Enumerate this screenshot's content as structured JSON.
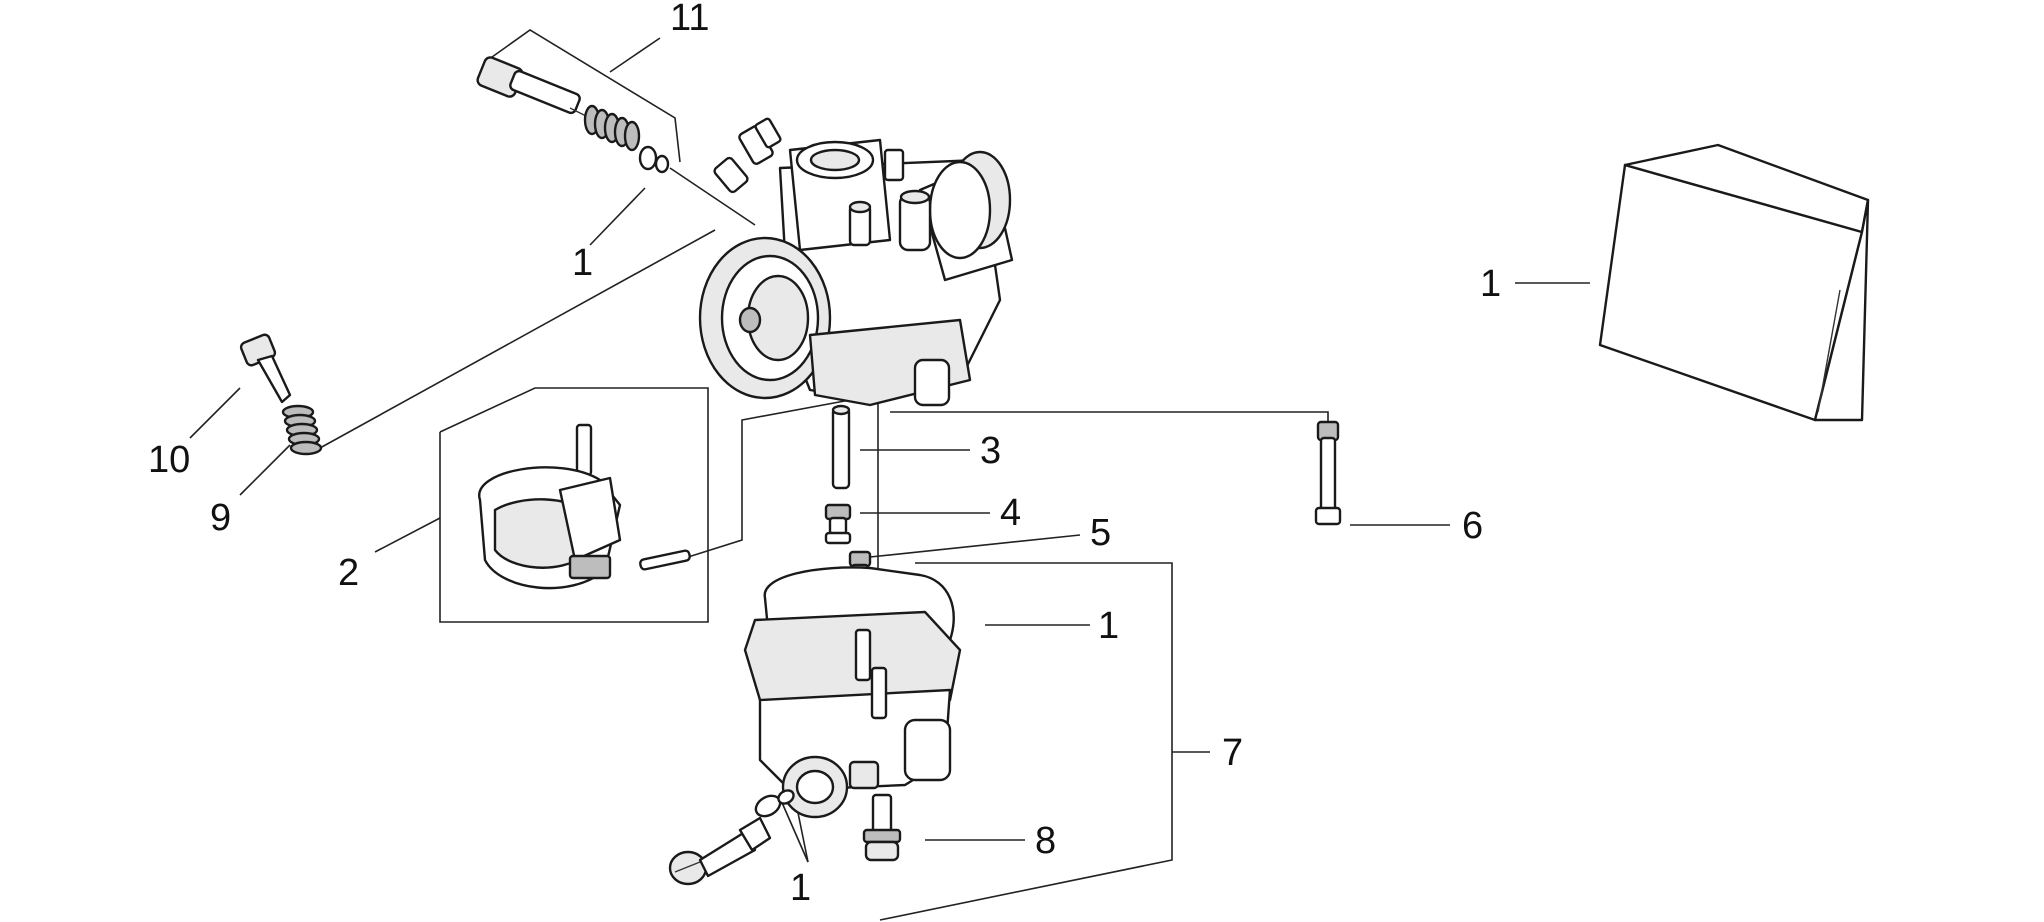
{
  "callouts": {
    "c11": "11",
    "c1_oring_top": "1",
    "c10": "10",
    "c9": "9",
    "c2": "2",
    "c3": "3",
    "c4": "4",
    "c5": "5",
    "c6": "6",
    "c1_bowl": "1",
    "c7": "7",
    "c8": "8",
    "c1_oring_bottom": "1",
    "c1_kit": "1"
  },
  "colors": {
    "line": "#222222",
    "part_fill": "#ffffff",
    "shade_fill": "#e9e9e9",
    "dark_fill": "#bdbdbd",
    "background": "#ffffff"
  }
}
